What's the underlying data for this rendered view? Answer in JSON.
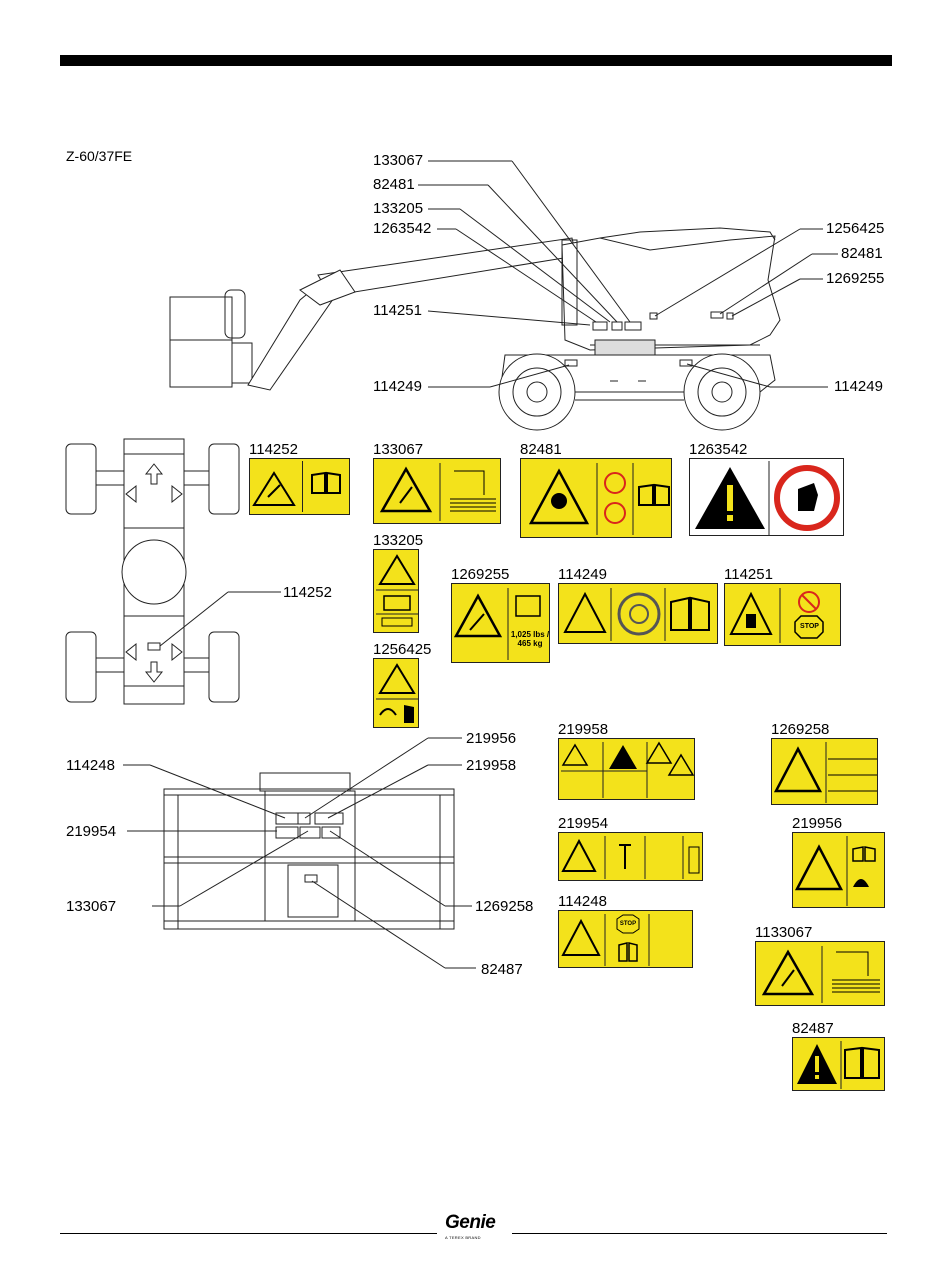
{
  "page": {
    "model": "Z-60/37FE",
    "brand": "Genie",
    "brand_sub": "A TEREX BRAND"
  },
  "callouts": {
    "side_left": [
      "133067",
      "82481",
      "133205",
      "1263542",
      "114251",
      "114249"
    ],
    "side_right": [
      "1256425",
      "82481",
      "1269255",
      "114249"
    ],
    "top": "114252",
    "platform_left": [
      "114248",
      "219954",
      "133067"
    ],
    "platform_right": [
      "219956",
      "219958",
      "1269258",
      "82487"
    ]
  },
  "decals": {
    "d114252": "114252",
    "d133067": "133067",
    "d82481": "82481",
    "d1263542": "1263542",
    "d133205": "133205",
    "d1269255": "1269255",
    "d1269255_text": "1,025 lbs / 465 kg",
    "d114249": "114249",
    "d114251": "114251",
    "d1256425": "1256425",
    "d219958": "219958",
    "d1269258": "1269258",
    "d219954": "219954",
    "d219956": "219956",
    "d114248": "114248",
    "d1133067": "1133067",
    "d82487": "82487",
    "stop": "STOP"
  },
  "colors": {
    "decal_yellow": "#f3e21b",
    "prohibit_red": "#d9261c"
  }
}
